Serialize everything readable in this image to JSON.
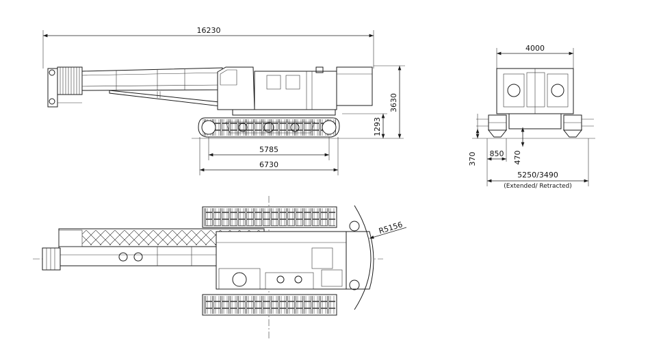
{
  "side_view": {
    "overall_length": "16230",
    "track_length": "5785",
    "track_outer_length": "6730",
    "overall_height": "3630",
    "track_height": "1293"
  },
  "front_view": {
    "top_width": "4000",
    "ground_clearance": "370",
    "outrigger_offset": "850",
    "center_clearance": "470",
    "track_width": "5250/3490",
    "track_width_note": "(Extended/ Retracted)"
  },
  "top_view": {
    "tail_radius": "R5156"
  }
}
